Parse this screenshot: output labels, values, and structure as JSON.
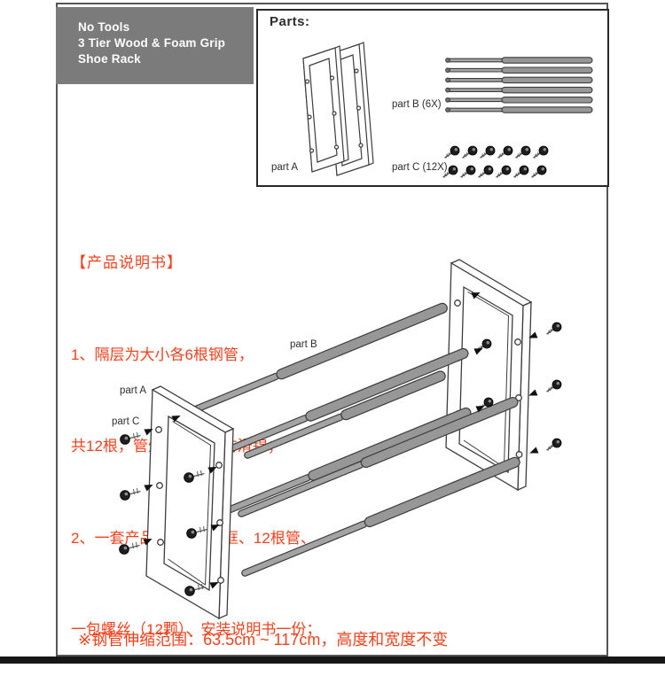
{
  "header": {
    "lines": [
      "No Tools",
      "3 Tier Wood & Foam Grip",
      "Shoe Rack"
    ],
    "bg_color": "#7b7b7b",
    "text_color": "#ffffff"
  },
  "parts_box": {
    "title": "Parts:",
    "part_a_label": "part A",
    "part_b_label": "part B (6X)",
    "part_c_label": "part C (12X)"
  },
  "diagram": {
    "part_a_label": "part A",
    "part_b_label": "part B",
    "part_c_label": "part C"
  },
  "instructions": {
    "title": "【产品说明书】",
    "lines": [
      "1、隔层为大小各6根钢管，",
      "共12根，管外层套EVA防滑锦；",
      "2、一套产品包含2个木框、12根管、",
      "一包螺丝（12颗）、安装说明书一份；"
    ]
  },
  "footnote": {
    "text": "※钢管伸缩范围：63.5cm ~ 117cm，高度和宽度不变"
  },
  "colors": {
    "accent_red": "#f6411c",
    "header_gray": "#7b7b7b",
    "bottom_bar": "#161616",
    "tube_gray": "#9a9a9a",
    "line_ink": "#3d3d3d"
  }
}
